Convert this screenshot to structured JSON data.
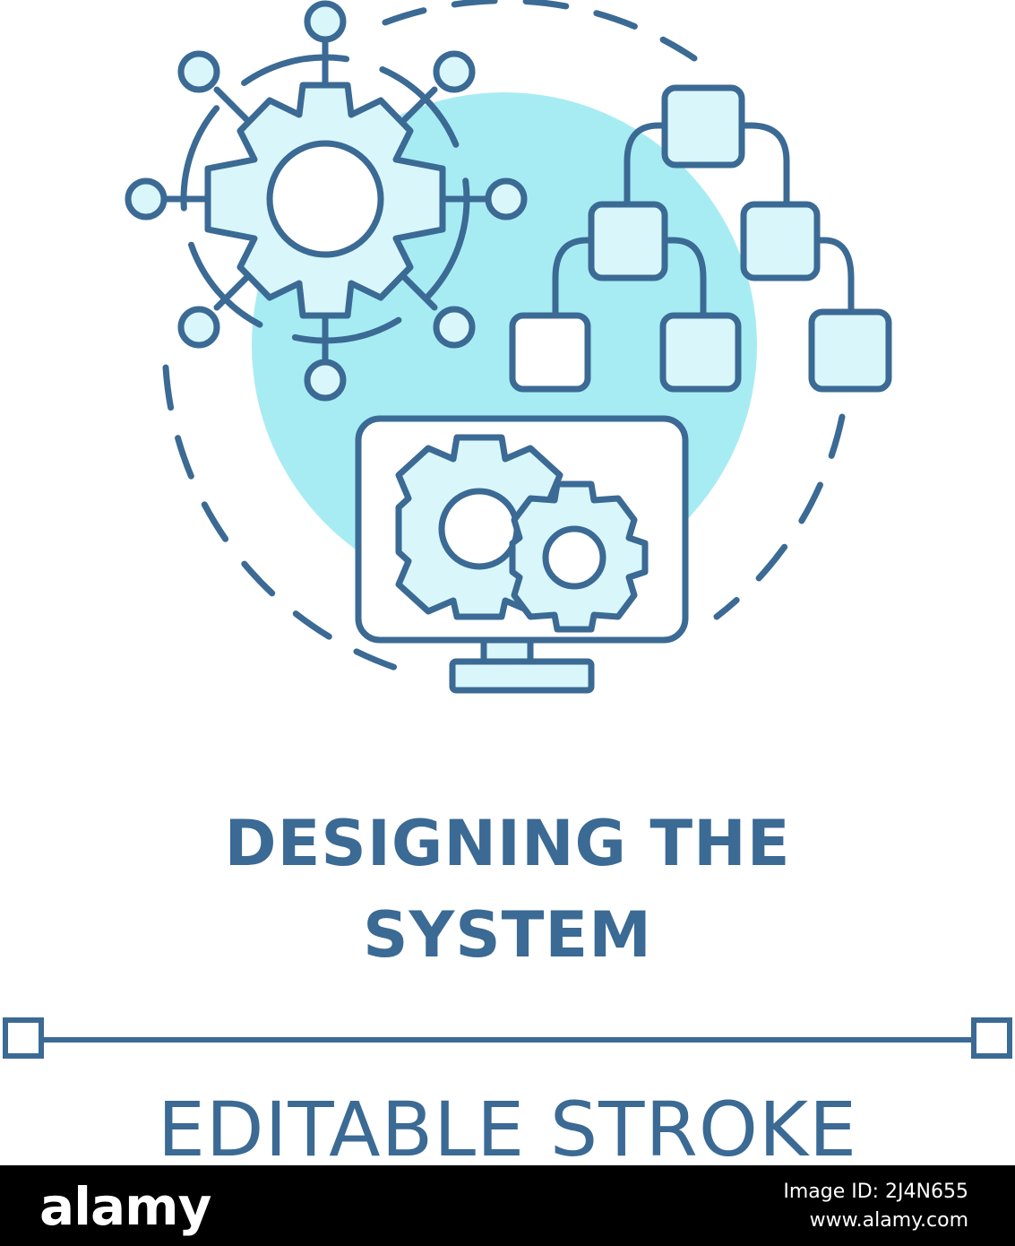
{
  "title": {
    "line1": "DESIGNING THE",
    "line2": "SYSTEM"
  },
  "subtitle": "EDITABLE STROKE",
  "colors": {
    "stroke": "#3b6a94",
    "fill_light": "#d9f7fb",
    "accent_circle": "#a8ecf3",
    "background": "#ffffff",
    "footer_bg": "#000000"
  },
  "icons": [
    "gear-network-icon",
    "hierarchy-tree-icon",
    "monitor-gears-icon",
    "dashed-ring",
    "editable-stroke-line-icon"
  ],
  "footer": {
    "logo": "alamy",
    "image_id": "Image ID: 2J4N655",
    "site": "www.alamy.com"
  }
}
